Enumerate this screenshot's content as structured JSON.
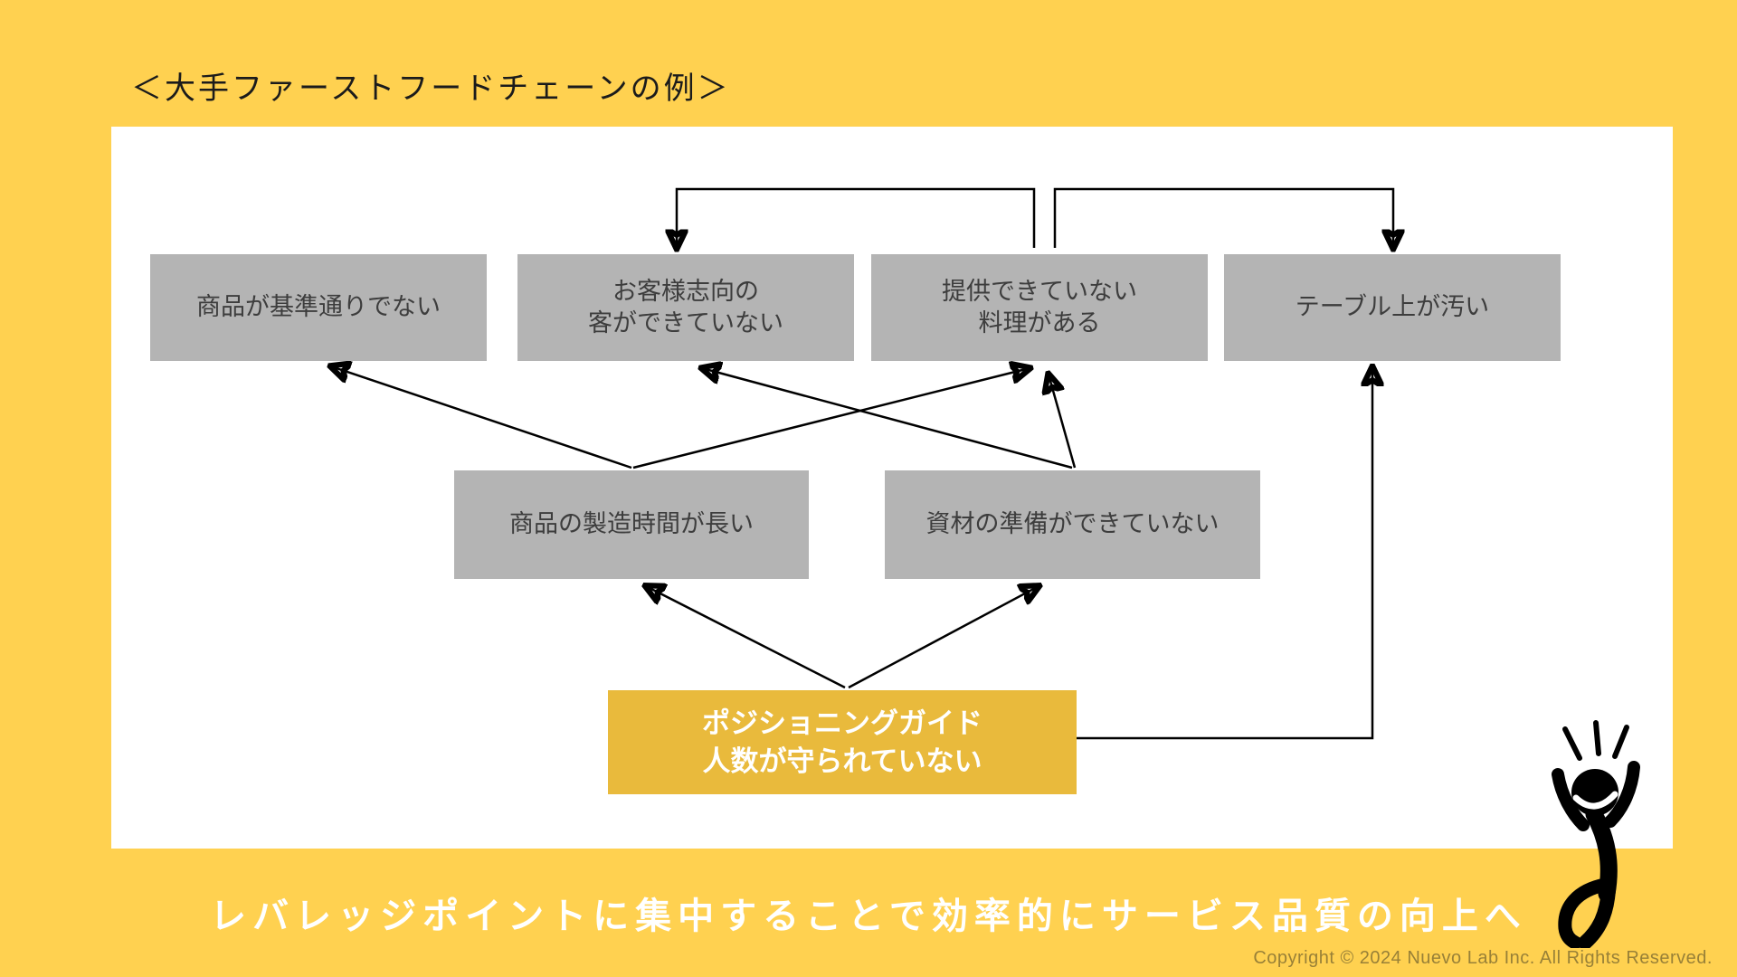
{
  "page": {
    "title": "＜大手ファーストフードチェーンの例＞",
    "footer_message": "レバレッジポイントに集中することで効率的にサービス品質の向上へ",
    "copyright": "Copyright © 2024 Nuevo Lab Inc. All Rights Reserved."
  },
  "colors": {
    "background_yellow": "#FFD150",
    "panel_white": "#FFFFFF",
    "node_gray": "#B4B4B4",
    "node_text_gray": "#3D3D3D",
    "leverage_yellow": "#E9BA3C",
    "leverage_text": "#FFFFFF",
    "arrow_black": "#000000"
  },
  "icons": {
    "joyful_person": "jumping-person-celebrating"
  },
  "diagram": {
    "nodes": [
      {
        "id": "n1",
        "type": "gray",
        "lines": [
          "商品が基準通りでない"
        ]
      },
      {
        "id": "n2",
        "type": "gray",
        "lines": [
          "お客様志向の",
          "客ができていない"
        ]
      },
      {
        "id": "n3",
        "type": "gray",
        "lines": [
          "提供できていない",
          "料理がある"
        ]
      },
      {
        "id": "n4",
        "type": "gray",
        "lines": [
          "テーブル上が汚い"
        ]
      },
      {
        "id": "n5",
        "type": "gray",
        "lines": [
          "商品の製造時間が長い"
        ]
      },
      {
        "id": "n6",
        "type": "gray",
        "lines": [
          "資材の準備ができていない"
        ]
      },
      {
        "id": "n7",
        "type": "leverage",
        "lines": [
          "ポジショニングガイド",
          "人数が守られていない"
        ]
      }
    ],
    "edges": [
      {
        "from": "提供できていない料理がある",
        "to": "お客様志向の客ができていない"
      },
      {
        "from": "提供できていない料理がある",
        "to": "テーブル上が汚い"
      },
      {
        "from": "商品の製造時間が長い",
        "to": "商品が基準通りでない"
      },
      {
        "from": "商品の製造時間が長い",
        "to": "提供できていない料理がある"
      },
      {
        "from": "資材の準備ができていない",
        "to": "お客様志向の客ができていない"
      },
      {
        "from": "資材の準備ができていない",
        "to": "提供できていない料理がある"
      },
      {
        "from": "ポジショニングガイド人数が守られていない",
        "to": "商品の製造時間が長い"
      },
      {
        "from": "ポジショニングガイド人数が守られていない",
        "to": "資材の準備ができていない"
      },
      {
        "from": "ポジショニングガイド人数が守られていない",
        "to": "テーブル上が汚い"
      }
    ]
  }
}
